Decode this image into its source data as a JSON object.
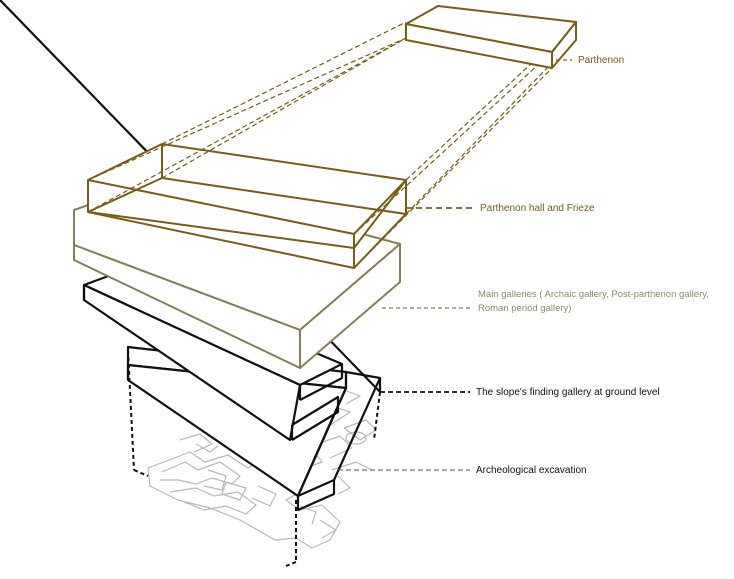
{
  "labels": {
    "parthenon": "Parthenon",
    "hall": "Parthenon hall and Frieze",
    "main_line1": "Main galleries ( Archaic gallery, Post-parthenon gallery,",
    "main_line2": "Roman period gallery)",
    "slope": "The slope's finding gallery at ground level",
    "excavation": "Archeological excavation"
  },
  "colors": {
    "gold": "#7a5c16",
    "olive": "#8a7d55",
    "grey_text": "#8b8b6e",
    "black": "#111111",
    "sketch": "#b8b8b8"
  }
}
